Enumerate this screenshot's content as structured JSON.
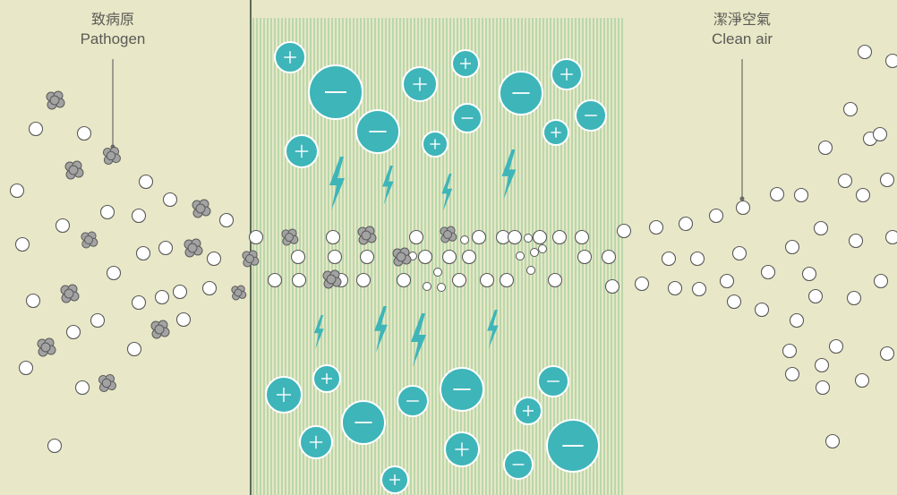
{
  "labels": {
    "pathogen": {
      "zh": "致病原",
      "en": "Pathogen"
    },
    "clean_air": {
      "zh": "潔淨空氣",
      "en": "Clean air"
    }
  },
  "colors": {
    "background": "#e8e7c7",
    "ion_fill": "#3eb5b9",
    "ion_stroke": "#ffffff",
    "field_lines": "#9fcf9a",
    "divider": "#5c6a55",
    "particle_stroke": "#5a5a5a",
    "pathogen_fill": "#a3a3a3",
    "callout_line": "#6a6a6a"
  },
  "icons": [
    "plus-sign-icon",
    "minus-sign-icon",
    "lightning-bolt-icon"
  ]
}
